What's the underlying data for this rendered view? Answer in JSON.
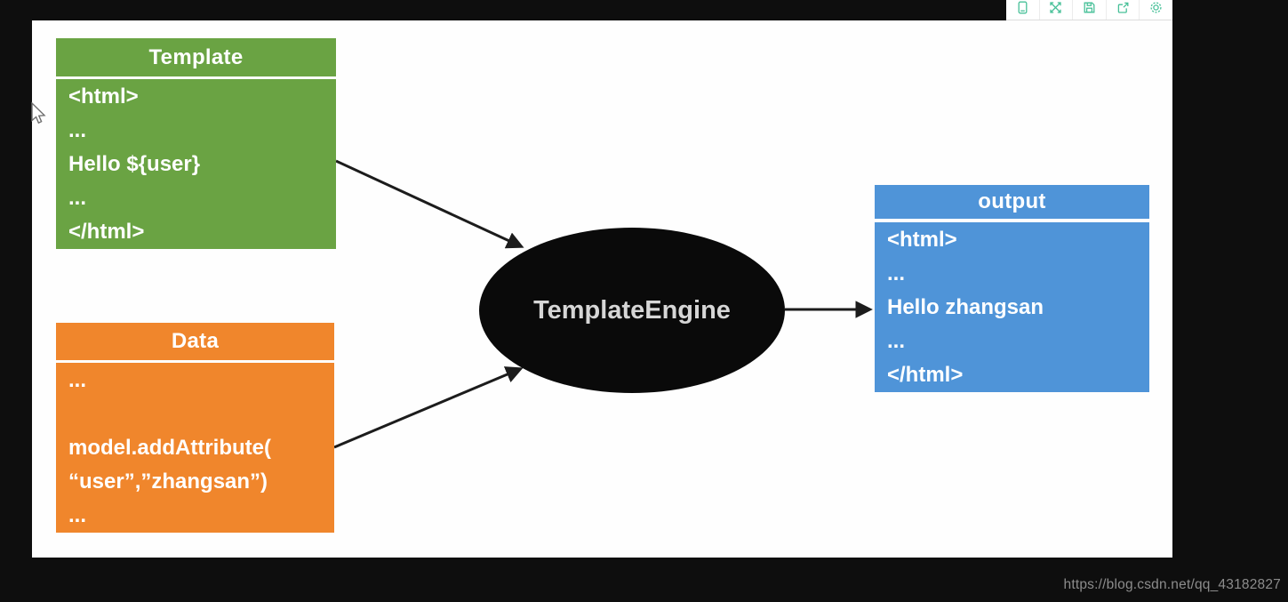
{
  "diagram": {
    "template_box": {
      "title": "Template",
      "lines": [
        "<html>",
        "...",
        "Hello ${user}",
        "...",
        "</html>"
      ],
      "color": "#6aa343"
    },
    "data_box": {
      "title": "Data",
      "lines": [
        "...",
        "",
        "model.addAttribute(",
        "“user”,”zhangsan”)",
        "..."
      ],
      "color": "#f0862c"
    },
    "engine": {
      "label": "TemplateEngine",
      "color": "#0a0a0a"
    },
    "output_box": {
      "title": "output",
      "lines": [
        "<html>",
        "...",
        "Hello zhangsan",
        "...",
        "</html>"
      ],
      "color": "#4f94d8"
    },
    "flows": [
      {
        "from": "Template",
        "to": "TemplateEngine"
      },
      {
        "from": "Data",
        "to": "TemplateEngine"
      },
      {
        "from": "TemplateEngine",
        "to": "output"
      }
    ]
  },
  "toolbar": {
    "accent_color": "#47c098",
    "icons": [
      {
        "name": "mobile-preview-icon"
      },
      {
        "name": "fullscreen-icon"
      },
      {
        "name": "save-icon"
      },
      {
        "name": "share-icon"
      },
      {
        "name": "settings-icon"
      }
    ]
  },
  "watermark": {
    "text": "https://blog.csdn.net/qq_43182827"
  }
}
